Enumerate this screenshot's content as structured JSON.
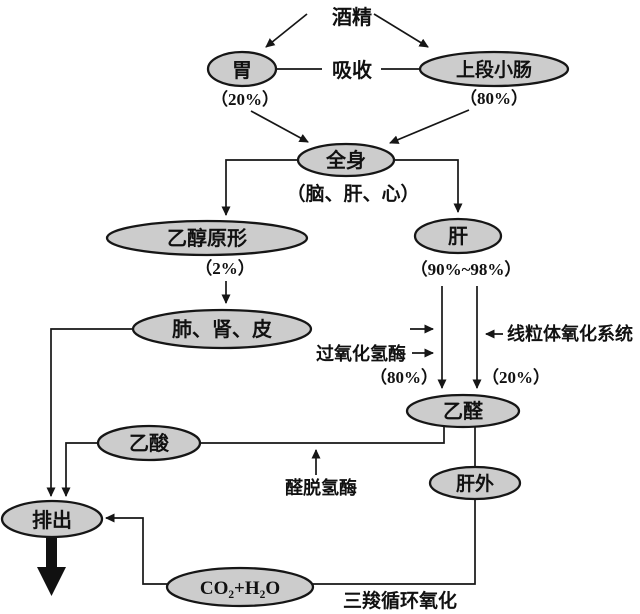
{
  "colors": {
    "background": "#ffffff",
    "node_fill": "#cccccc",
    "line": "#161616",
    "text": "#111111"
  },
  "nodes": {
    "alcohol": "酒精",
    "stomach": "胃",
    "absorb": "吸收",
    "upper_intestine": "上段小肠",
    "stomach_pct": "（20%）",
    "intestine_pct": "（80%）",
    "whole_body": "全身",
    "whole_body_organs": "（脑、肝、心）",
    "ethanol_unchanged": "乙醇原形",
    "ethanol_pct": "（2%）",
    "liver": "肝",
    "liver_pct": "（90%~98%）",
    "lung_kidney_skin": "肺、肾、皮",
    "catalase": "过氧化氢酶",
    "catalase_pct": "（80%）",
    "mitochondria": "线粒体氧化系统",
    "mitochondria_pct": "（20%）",
    "acetaldehyde": "乙醛",
    "acetic_acid": "乙酸",
    "aldh": "醛脱氢酶",
    "extrahepatic": "肝外",
    "excrete": "排出",
    "co2_h2o": "CO₂+H₂O",
    "tca": "三羧循环氧化"
  }
}
